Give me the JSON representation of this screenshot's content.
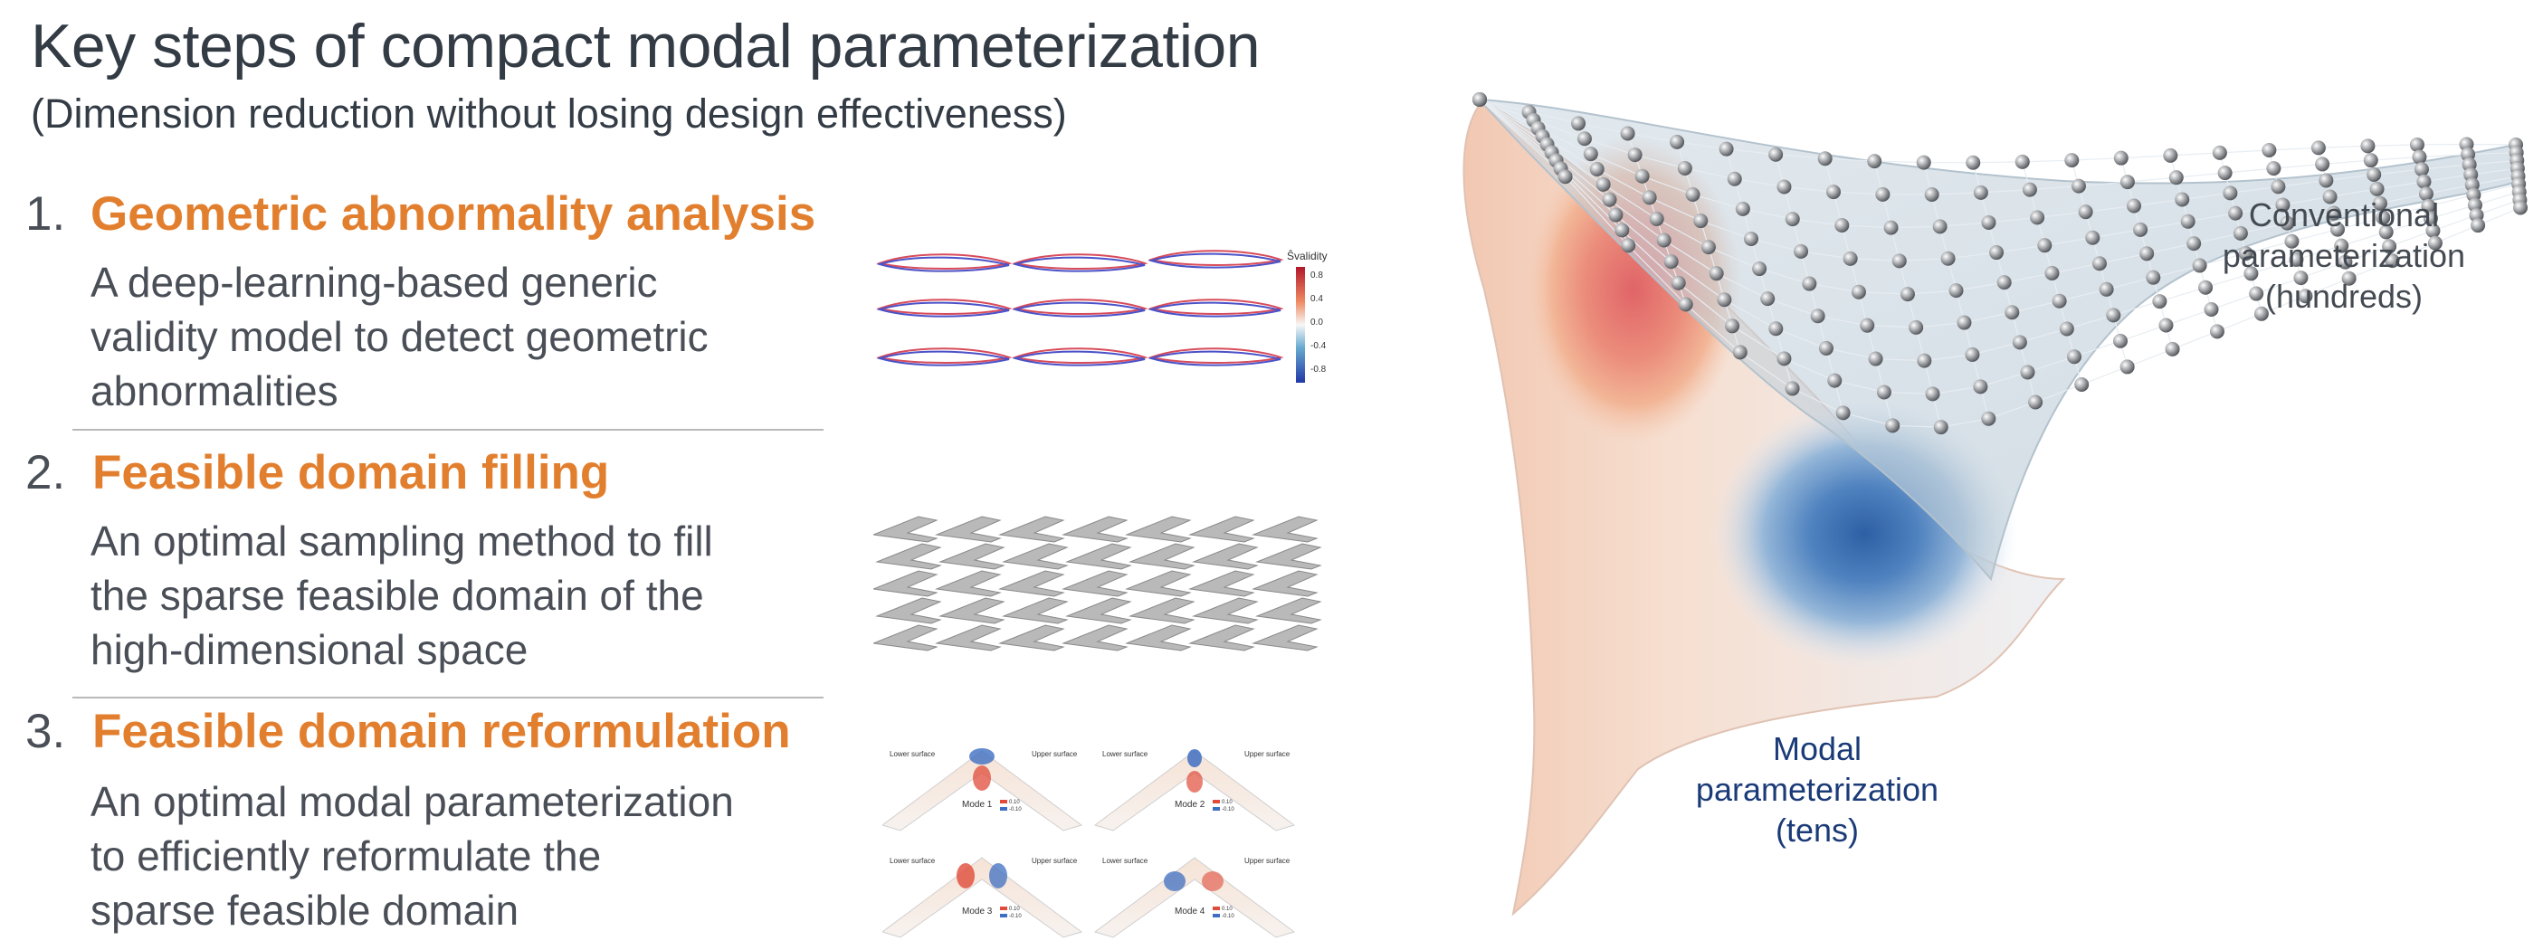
{
  "title": "Key steps of compact modal parameterization",
  "subtitle": "(Dimension reduction without losing design effectiveness)",
  "steps": [
    {
      "number": "1.",
      "heading": "Geometric abnormality analysis",
      "body": [
        "A deep-learning-based generic",
        "validity model to detect geometric",
        "abnormalities"
      ]
    },
    {
      "number": "2.",
      "heading": "Feasible domain filling",
      "body": [
        "An optimal sampling method to fill",
        "the sparse feasible domain of the",
        "high-dimensional space"
      ]
    },
    {
      "number": "3.",
      "heading": "Feasible domain reformulation",
      "body": [
        "An optimal modal parameterization",
        "to efficiently reformulate the",
        "sparse feasible domain"
      ]
    }
  ],
  "colorbar": {
    "title": "Ŝvalidity",
    "ticks": [
      "0.8",
      "0.4",
      "0.0",
      "-0.4",
      "-0.8"
    ]
  },
  "modes": [
    {
      "name": "Mode 1",
      "lower": "Lower surface",
      "upper": "Upper surface"
    },
    {
      "name": "Mode 2",
      "lower": "Lower surface",
      "upper": "Upper surface"
    },
    {
      "name": "Mode 3",
      "lower": "Lower surface",
      "upper": "Upper surface"
    },
    {
      "name": "Mode 4",
      "lower": "Lower surface",
      "upper": "Upper surface"
    }
  ],
  "mode_legend": [
    "0.10",
    "-0.10"
  ],
  "labels": {
    "conventional": [
      "Conventional",
      "parameterization",
      "(hundreds)"
    ],
    "modal": [
      "Modal",
      "parameterization",
      "(tens)"
    ]
  },
  "colors": {
    "heading": "#e27f2f",
    "modal_label": "#1b3b78",
    "text": "#4a4f57"
  }
}
